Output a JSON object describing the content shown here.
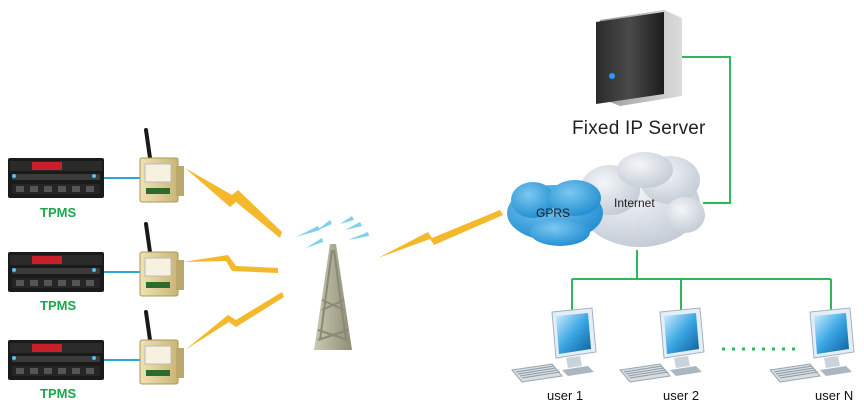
{
  "server": {
    "label": "Fixed IP Server"
  },
  "network": {
    "gprs_label": "GPRS",
    "internet_label": "Internet"
  },
  "devices": [
    {
      "label": "TPMS"
    },
    {
      "label": "TPMS"
    },
    {
      "label": "TPMS"
    }
  ],
  "users": [
    {
      "label": "user 1"
    },
    {
      "label": "user 2"
    },
    {
      "label": "user N"
    }
  ],
  "colors": {
    "link_line": "#2fb85a",
    "cable": "#2aa7d6",
    "signal_bolt": "#f4b82c",
    "gprs_cloud": "#3aa6e2",
    "internet_cloud": "#dfe4ea",
    "tpms_label": "#19a84a"
  },
  "icons": [
    "server-icon",
    "tpms-device-icon",
    "gprs-modem-icon",
    "antenna-tower-icon",
    "computer-icon",
    "lightning-signal-icon",
    "cloud-icon"
  ]
}
